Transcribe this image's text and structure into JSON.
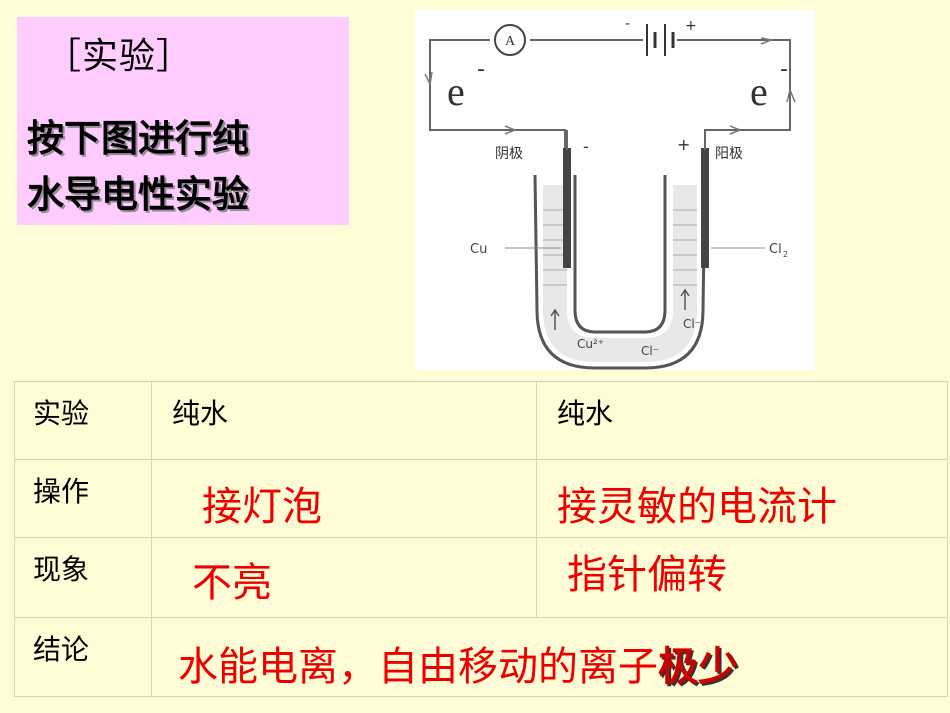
{
  "header": {
    "heading": "［实验］",
    "desc_line1": "按下图进行纯",
    "desc_line2": "水导电性实验"
  },
  "diagram": {
    "ammeter": "A",
    "battery_minus": "-",
    "battery_plus": "+",
    "electron_left": "e",
    "electron_right": "e",
    "electron_sup": "-",
    "cathode_label": "阴极",
    "anode_label": "阳极",
    "cathode_sign": "-",
    "anode_sign": "+",
    "cu_label": "Cu",
    "cl2_label": "Cl",
    "cl2_sub": "2",
    "cu_ion": "Cu²⁺",
    "cl_ion_1": "Cl⁻",
    "cl_ion_2": "Cl⁻"
  },
  "table": {
    "row1": {
      "label": "实验",
      "col1": "纯水",
      "col2": "纯水"
    },
    "row2": {
      "label": "操作",
      "col1": "接灯泡",
      "col2": "接灵敏的电流计"
    },
    "row3": {
      "label": "现象",
      "col1": "不亮",
      "col2": "指针偏转"
    },
    "row4": {
      "label": "结论",
      "text": "水能电离，自由移动的离子",
      "emphasis": "极少"
    }
  }
}
